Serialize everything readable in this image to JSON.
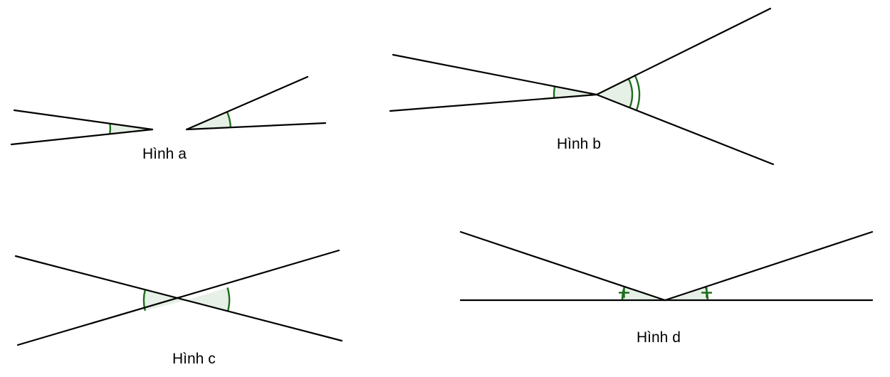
{
  "colors": {
    "line": "#000000",
    "angle_stroke": "#1b6e1b",
    "angle_fill": "#e6f0e6"
  },
  "figures": [
    {
      "id": "a",
      "caption": "Hình a"
    },
    {
      "id": "b",
      "caption": "Hình b"
    },
    {
      "id": "c",
      "caption": "Hình c"
    },
    {
      "id": "d",
      "caption": "Hình d"
    }
  ]
}
